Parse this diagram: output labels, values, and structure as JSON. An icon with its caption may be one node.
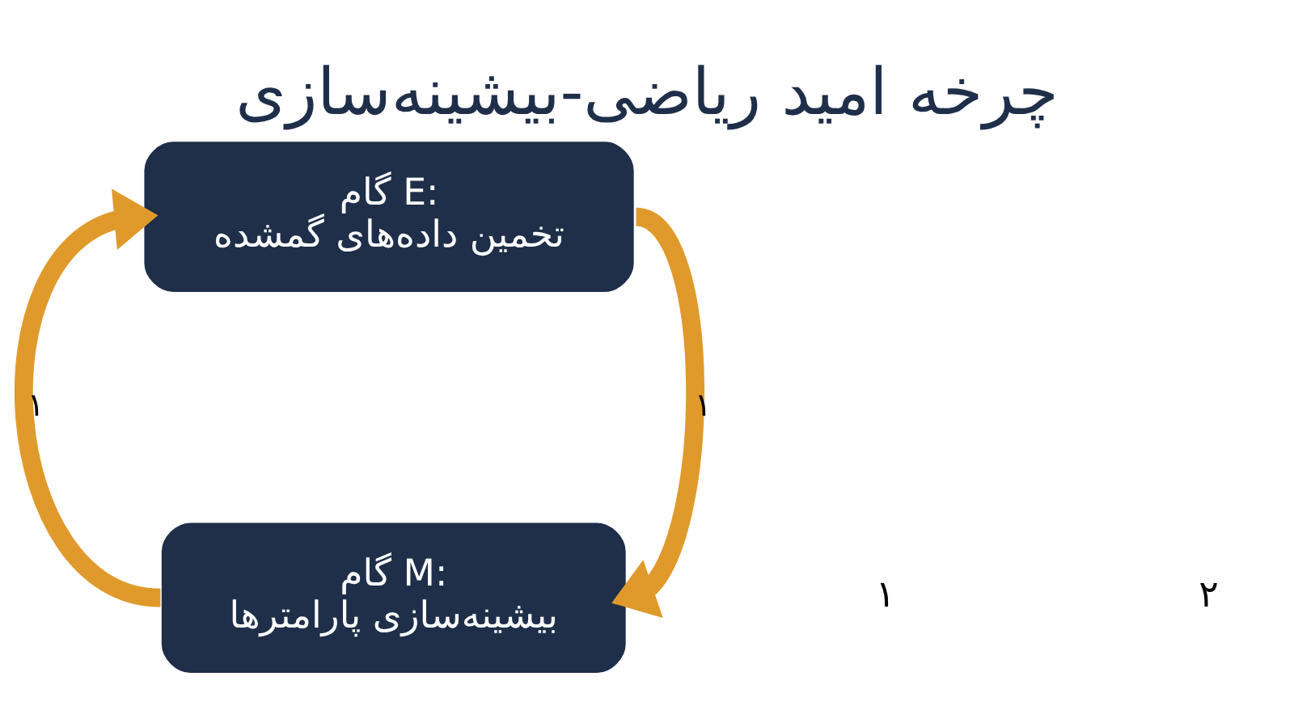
{
  "diagram": {
    "title": "چرخه امید ریاضی-بیشینه‌سازی",
    "nodes": [
      {
        "text": [
          "گام E:",
          "تخمین داده‌های گمشده"
        ]
      },
      {
        "text": [
          "گام M:",
          "بیشینه‌سازی پارامترها"
        ]
      }
    ],
    "edges": [
      {
        "from": 0,
        "to": 1,
        "arrow": "to",
        "label": "۱"
      },
      {
        "from": 1,
        "to": 0,
        "arrow": "to",
        "label": "۱"
      }
    ],
    "labels": [
      "۱",
      "۲"
    ]
  }
}
